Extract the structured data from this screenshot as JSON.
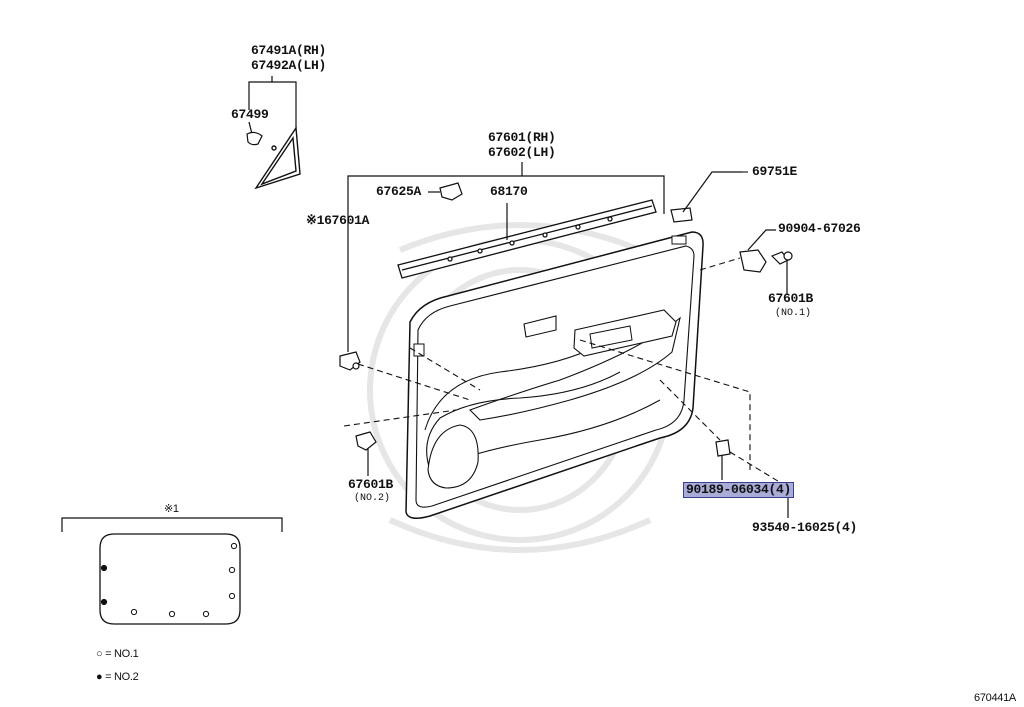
{
  "labels": {
    "p67491a": "67491A(RH)",
    "p67492a": "67492A(LH)",
    "p67499": "67499",
    "p67601_rh": "67601(RH)",
    "p67602_lh": "67602(LH)",
    "p68170": "68170",
    "p67625a": "67625A",
    "p67601a": "※167601A",
    "p69751e": "69751E",
    "p90904": "90904-67026",
    "p67601b_r": "67601B",
    "p67601b_r_sub": "(NO.1)",
    "p67601b_l": "67601B",
    "p67601b_l_sub": "(NO.2)",
    "p90189": "90189-06034(4)",
    "p93540": "93540-16025(4)",
    "inset_marker": "※1",
    "legend_no1": "○ = NO.1",
    "legend_no2": "● = NO.2",
    "diagram_id": "670441A"
  },
  "colors": {
    "line": "#111111",
    "highlight": "#a9acd6",
    "watermark": "#e4e4e4"
  }
}
